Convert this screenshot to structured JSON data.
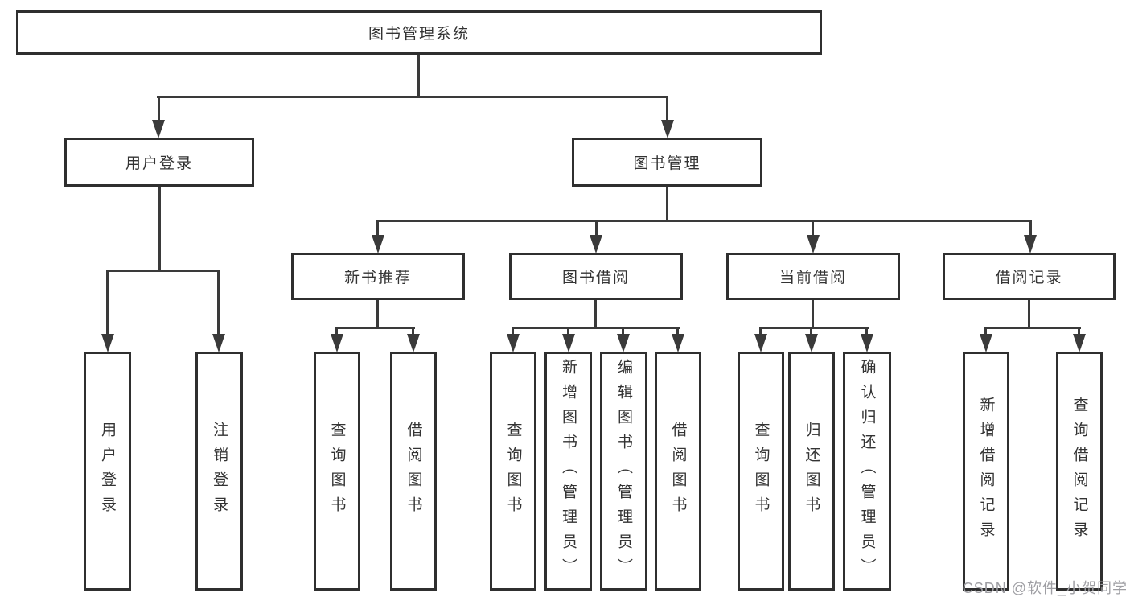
{
  "tree": {
    "label": "图书管理系统",
    "children": [
      {
        "label": "用户登录",
        "children": [
          {
            "label": "用户登录"
          },
          {
            "label": "注销登录"
          }
        ]
      },
      {
        "label": "图书管理",
        "children": [
          {
            "label": "新书推荐",
            "children": [
              {
                "label": "查询图书"
              },
              {
                "label": "借阅图书"
              }
            ]
          },
          {
            "label": "图书借阅",
            "children": [
              {
                "label": "查询图书"
              },
              {
                "label": "新增图书（管理员）"
              },
              {
                "label": "编辑图书（管理员）"
              },
              {
                "label": "借阅图书"
              }
            ]
          },
          {
            "label": "当前借阅",
            "children": [
              {
                "label": "查询图书"
              },
              {
                "label": "归还图书"
              },
              {
                "label": "确认归还（管理员）"
              }
            ]
          },
          {
            "label": "借阅记录",
            "children": [
              {
                "label": "新增借阅记录"
              },
              {
                "label": "查询借阅记录"
              }
            ]
          }
        ]
      }
    ]
  },
  "watermark": {
    "text": "CSDN @软件_小贺同学",
    "color": "#9e9ea3"
  },
  "colors": {
    "background": "#ffffff",
    "box_border": "#2f2f2f",
    "connector_line": "#3a3a3a",
    "text": "#333333"
  }
}
